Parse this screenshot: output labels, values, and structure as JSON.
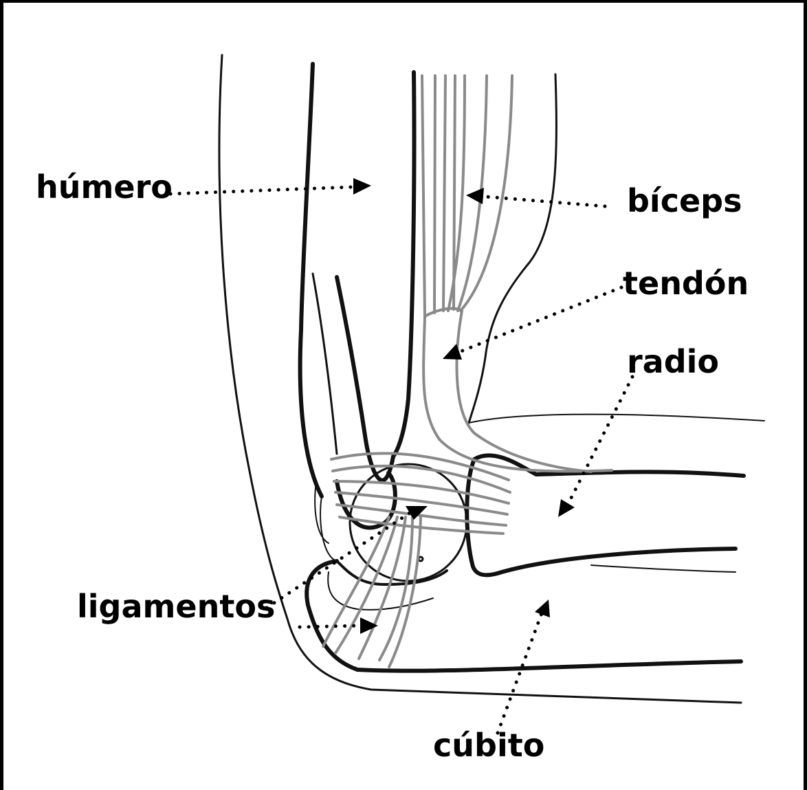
{
  "labels": {
    "humero": "húmero",
    "biceps": "bíceps",
    "tendon": "tendón",
    "radio": "radio",
    "ligamentos": "ligamentos",
    "cubito": "cúbito"
  },
  "colors": {
    "outline": "#111111",
    "muscle_ligament_lines": "#8a8a8a",
    "leader_dots": "#000000",
    "background": "#ffffff"
  }
}
